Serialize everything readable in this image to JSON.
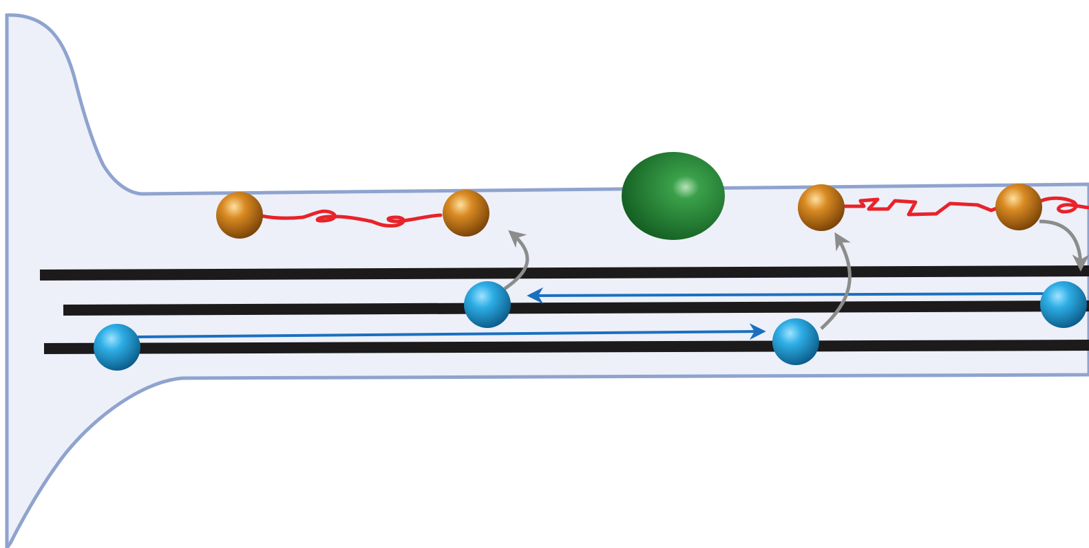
{
  "diagram": {
    "description_text": "",
    "colors": {
      "cell_fill": "#edf0f8",
      "cell_outline": "#8fa3cf",
      "microtubule": "#1c1a1a",
      "cargo_blue": "#1f9ad0",
      "cargo_orange": "#c8781a",
      "organelle_green": "#2c8a3c",
      "transport_arrow": "#1a6fc0",
      "transfer_arrow": "#8c8c8c",
      "actin_squiggle": "#e8232a"
    },
    "elements": [
      {
        "kind": "cell-membrane",
        "name": "cell-body-outline"
      },
      {
        "kind": "microtubule",
        "count": 3
      },
      {
        "kind": "motor-cargo",
        "color": "blue",
        "count": 4
      },
      {
        "kind": "actin-cargo",
        "color": "orange",
        "count": 4
      },
      {
        "kind": "organelle",
        "color": "green",
        "count": 1
      },
      {
        "kind": "transport-arrow",
        "direction": "anterograde"
      },
      {
        "kind": "transport-arrow",
        "direction": "retrograde"
      },
      {
        "kind": "transfer-arrow",
        "count": 3
      }
    ]
  }
}
